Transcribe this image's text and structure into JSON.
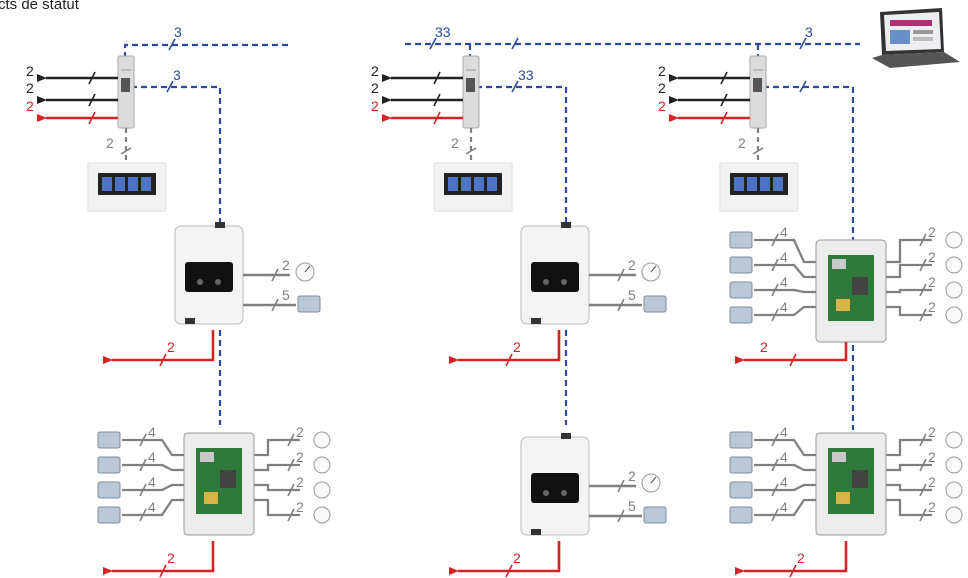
{
  "title": "cts de statut",
  "colors": {
    "bus": "#2d4aa0",
    "output": "#d42323",
    "input_black": "#222222",
    "grey": "#808080"
  },
  "columns": [
    {
      "id": "col1",
      "top_bus_label": "3",
      "bus_drop_label": "3",
      "module_outputs": [
        "2",
        "2",
        "2"
      ],
      "panel_label": "2",
      "devices": [
        {
          "type": "controller",
          "inputs": [
            "2",
            "5"
          ],
          "output": "2"
        },
        {
          "type": "io-box",
          "left_inputs": [
            "4",
            "4",
            "4",
            "4"
          ],
          "right_inputs": [
            "2",
            "2",
            "2",
            "2"
          ],
          "output": "2"
        }
      ]
    },
    {
      "id": "col2",
      "top_bus_label": "33",
      "bus_drop_label": "33",
      "module_outputs": [
        "2",
        "2",
        "2"
      ],
      "panel_label": "2",
      "devices": [
        {
          "type": "controller",
          "inputs": [
            "2",
            "5"
          ],
          "output": "2"
        },
        {
          "type": "controller",
          "inputs": [
            "2",
            "5"
          ],
          "output": "2"
        }
      ]
    },
    {
      "id": "col3",
      "top_bus_label": "3",
      "module_outputs": [
        "2",
        "2",
        "2"
      ],
      "panel_label": "2",
      "devices": [
        {
          "type": "io-box",
          "left_inputs": [
            "4",
            "4",
            "4",
            "4"
          ],
          "right_inputs": [
            "2",
            "2",
            "2",
            "2"
          ],
          "output": "2"
        },
        {
          "type": "io-box",
          "left_inputs": [
            "4",
            "4",
            "4",
            "4"
          ],
          "right_inputs": [
            "2",
            "2",
            "2",
            "2"
          ],
          "output": "2"
        }
      ]
    }
  ]
}
